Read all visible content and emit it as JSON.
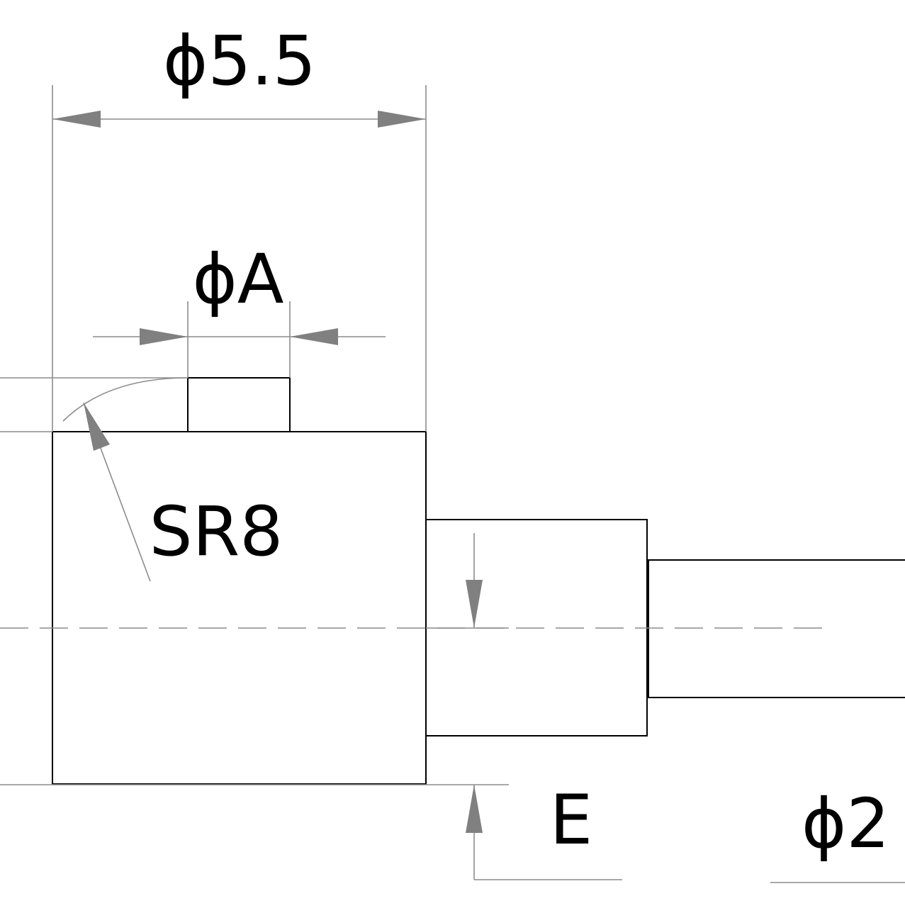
{
  "drawing": {
    "labels": {
      "overall_diameter": "ϕ5.5",
      "tip_diameter": "ϕA",
      "sphere_radius": "SR8",
      "offset": "E",
      "shank_diameter": "ϕ2"
    },
    "colors": {
      "part_outline": "#000000",
      "dimension_lines": "#8c8c8c",
      "arrowheads": "#808080",
      "background": "#ffffff"
    }
  }
}
